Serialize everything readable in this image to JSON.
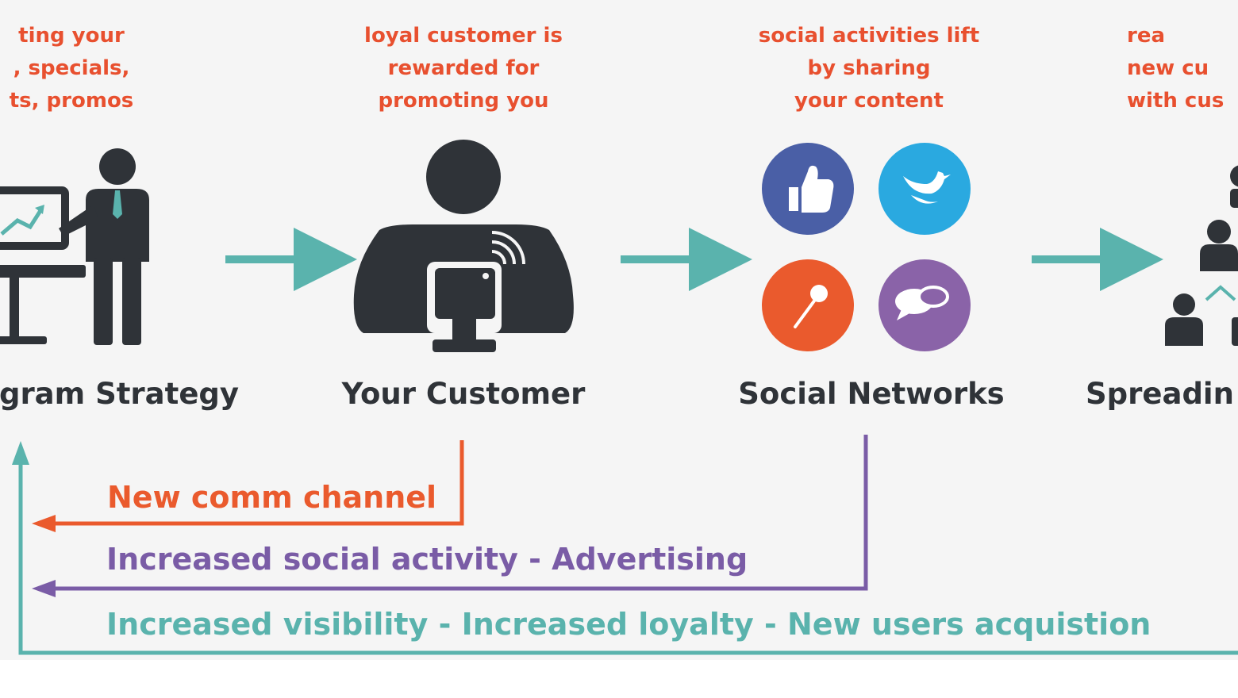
{
  "colors": {
    "caption": "#e8502f",
    "label": "#2f3338",
    "icon": "#2f3338",
    "arrow": "#5ab3ad",
    "loop_orange": "#ea5a2d",
    "loop_purple": "#7a5ca6",
    "loop_teal": "#5ab3ad",
    "facebook": "#4a5fa6",
    "twitter": "#2aa9e0",
    "pin": "#ea5a2d",
    "chat": "#8a63a8"
  },
  "steps": [
    {
      "caption": "ting your\n, specials,\nts, promos",
      "label": "gram Strategy",
      "icon": "presenter-icon"
    },
    {
      "caption": "loyal customer is\nrewarded for\npromoting you",
      "label": "Your Customer",
      "icon": "customer-tablet-icon"
    },
    {
      "caption": "social activities lift\nby sharing\nyour content",
      "label": "Social Networks",
      "icon": "social-network-icons"
    },
    {
      "caption": "rea\nnew cu\nwith cus",
      "label": "Spreadin",
      "icon": "people-network-icon"
    }
  ],
  "social_icons": [
    "thumbs-up-icon",
    "bird-icon",
    "pin-icon",
    "chat-bubbles-icon"
  ],
  "feedback": {
    "comm_channel": "New comm channel",
    "social_activity": "Increased social activity  -  Advertising",
    "visibility": "Increased visibility  -  Increased loyalty  -  New users acquistion"
  }
}
